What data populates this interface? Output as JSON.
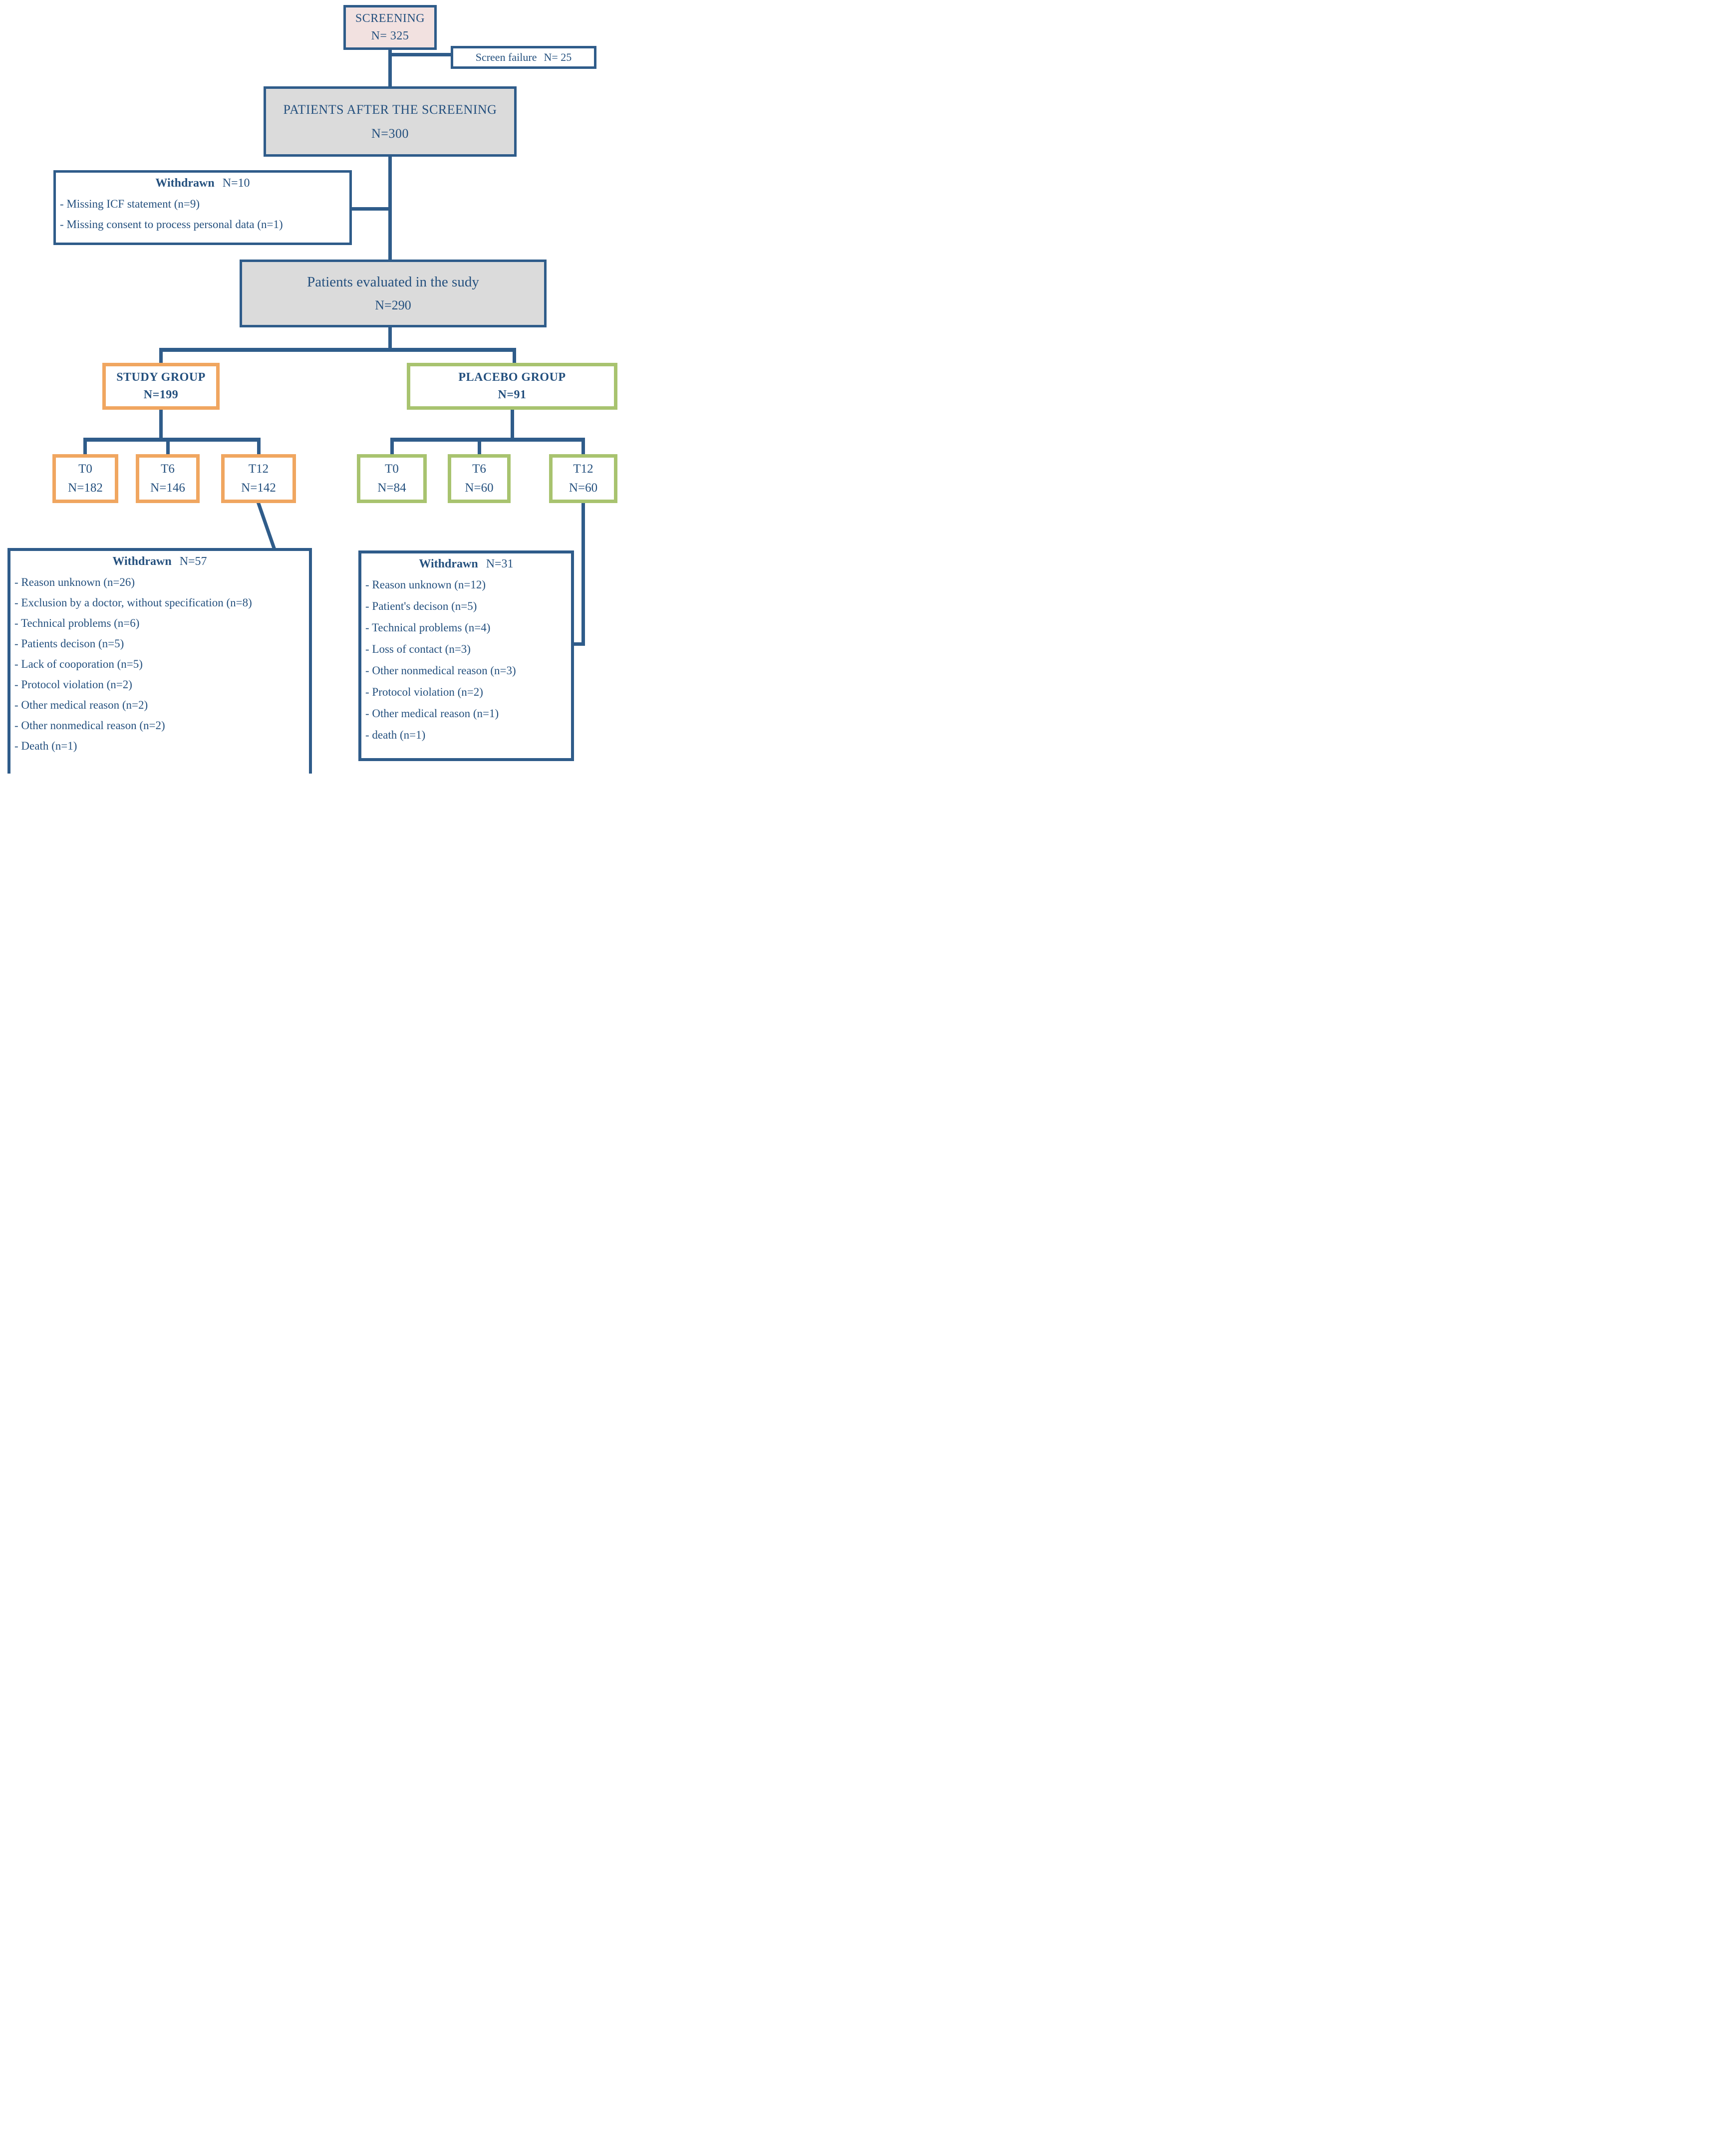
{
  "colors": {
    "line": "#2f5c8a",
    "text": "#24507e",
    "pink_bg": "#f2e1e0",
    "gray_bg": "#dbdbdb",
    "orange_border": "#f0a660",
    "green_border": "#a8c36f",
    "white_bg": "#ffffff"
  },
  "boxes": {
    "screening": {
      "line1": "SCREENING",
      "line2": "N= 325"
    },
    "screen_failure": {
      "label": "Screen failure",
      "value": "N= 25"
    },
    "patients_after": {
      "line1": "PATIENTS AFTER THE SCREENING",
      "line2": "N=300"
    },
    "withdrawn_screening": {
      "title": "Withdrawn",
      "count": "N=10",
      "items": [
        "- Missing ICF statement (n=9)",
        "- Missing consent to process personal data (n=1)"
      ]
    },
    "evaluated": {
      "line1": "Patients evaluated in the sudy",
      "line2": "N=290"
    },
    "study_group": {
      "line1": "STUDY GROUP",
      "line2": "N=199"
    },
    "placebo_group": {
      "line1": "PLACEBO GROUP",
      "line2": "N=91"
    },
    "study_timepoints": [
      {
        "label": "T0",
        "value": "N=182"
      },
      {
        "label": "T6",
        "value": "N=146"
      },
      {
        "label": "T12",
        "value": "N=142"
      }
    ],
    "placebo_timepoints": [
      {
        "label": "T0",
        "value": "N=84"
      },
      {
        "label": "T6",
        "value": "N=60"
      },
      {
        "label": "T12",
        "value": "N=60"
      }
    ],
    "withdrawn_study": {
      "title": "Withdrawn",
      "count": "N=57",
      "items": [
        "- Reason unknown (n=26)",
        "- Exclusion by a doctor, without specification (n=8)",
        "- Technical problems (n=6)",
        "- Patients decison (n=5)",
        "- Lack of cooporation (n=5)",
        "- Protocol violation (n=2)",
        "- Other medical reason (n=2)",
        "- Other nonmedical reason (n=2)",
        "- Death (n=1)"
      ]
    },
    "withdrawn_placebo": {
      "title": "Withdrawn",
      "count": "N=31",
      "items": [
        "- Reason unknown (n=12)",
        "- Patient's decison (n=5)",
        "- Technical problems (n=4)",
        "- Loss of contact (n=3)",
        "- Other nonmedical reason (n=3)",
        "- Protocol violation (n=2)",
        "- Other medical reason (n=1)",
        "- death (n=1)"
      ]
    }
  }
}
